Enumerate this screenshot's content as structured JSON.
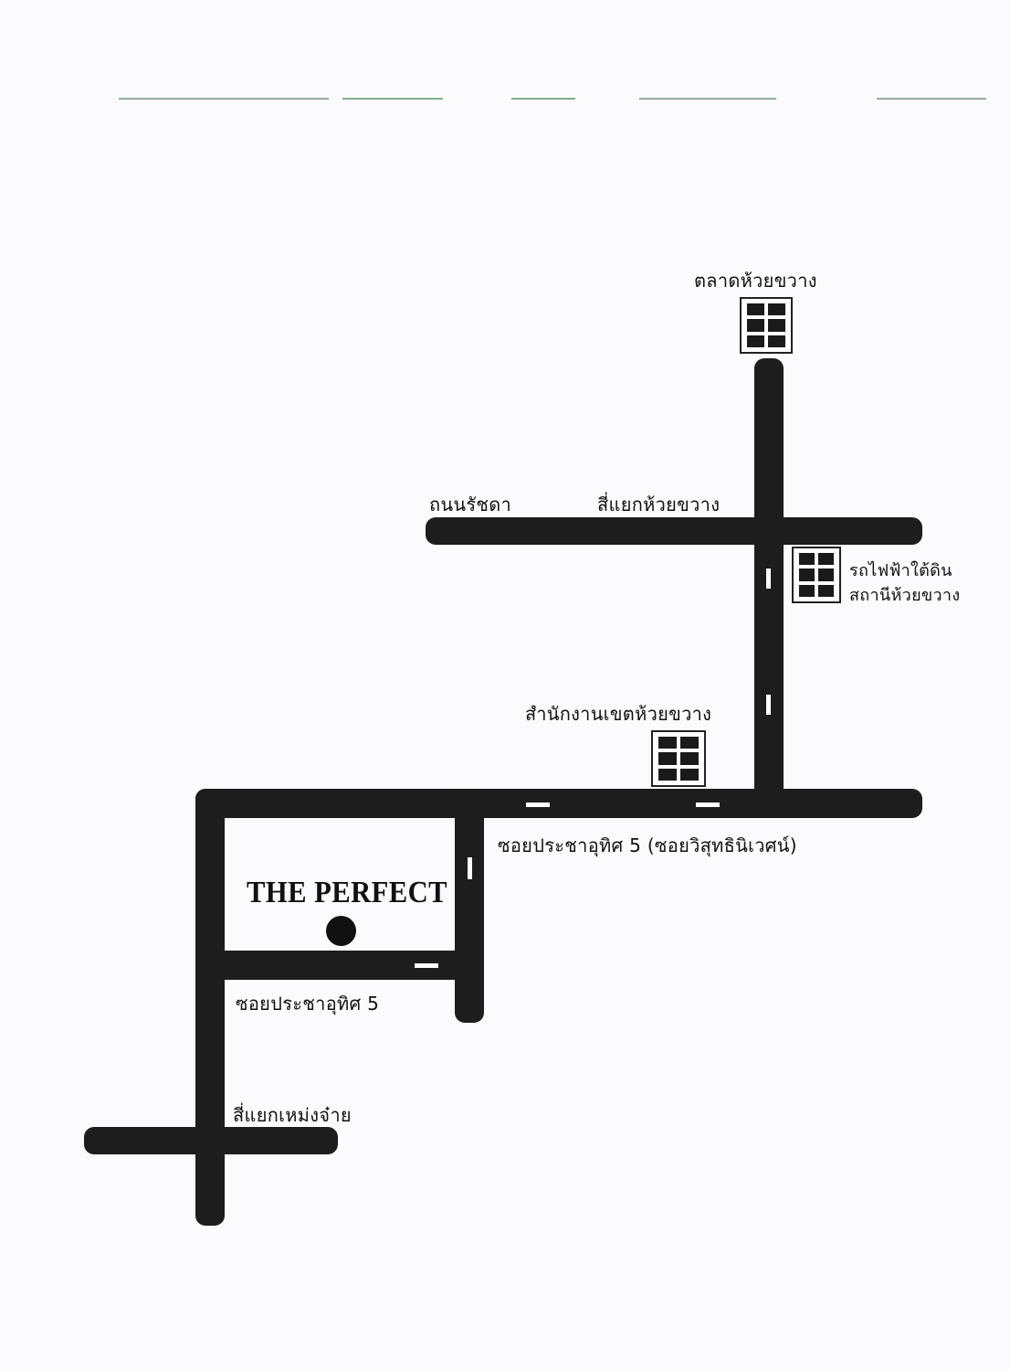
{
  "map": {
    "title": "THE PERFECT",
    "labels": {
      "market": "ตลาดห้วยขวาง",
      "ratchada_road": "ถนนรัชดา",
      "huai_khwang_intersection": "สี่แยกห้วยขวาง",
      "mrt_line1": "รถไฟฟ้าใต้ดิน",
      "mrt_line2": "สถานีห้วยขวาง",
      "district_office": "สำนักงานเขตห้วยขวาง",
      "soi_main": "ซอยประชาอุทิศ 5 (ซอยวิสุทธินิเวศน์)",
      "soi_sub": "ซอยประชาอุทิศ 5",
      "nang_chai_intersection": "สี่แยกเหม่งจ๋าย"
    }
  }
}
